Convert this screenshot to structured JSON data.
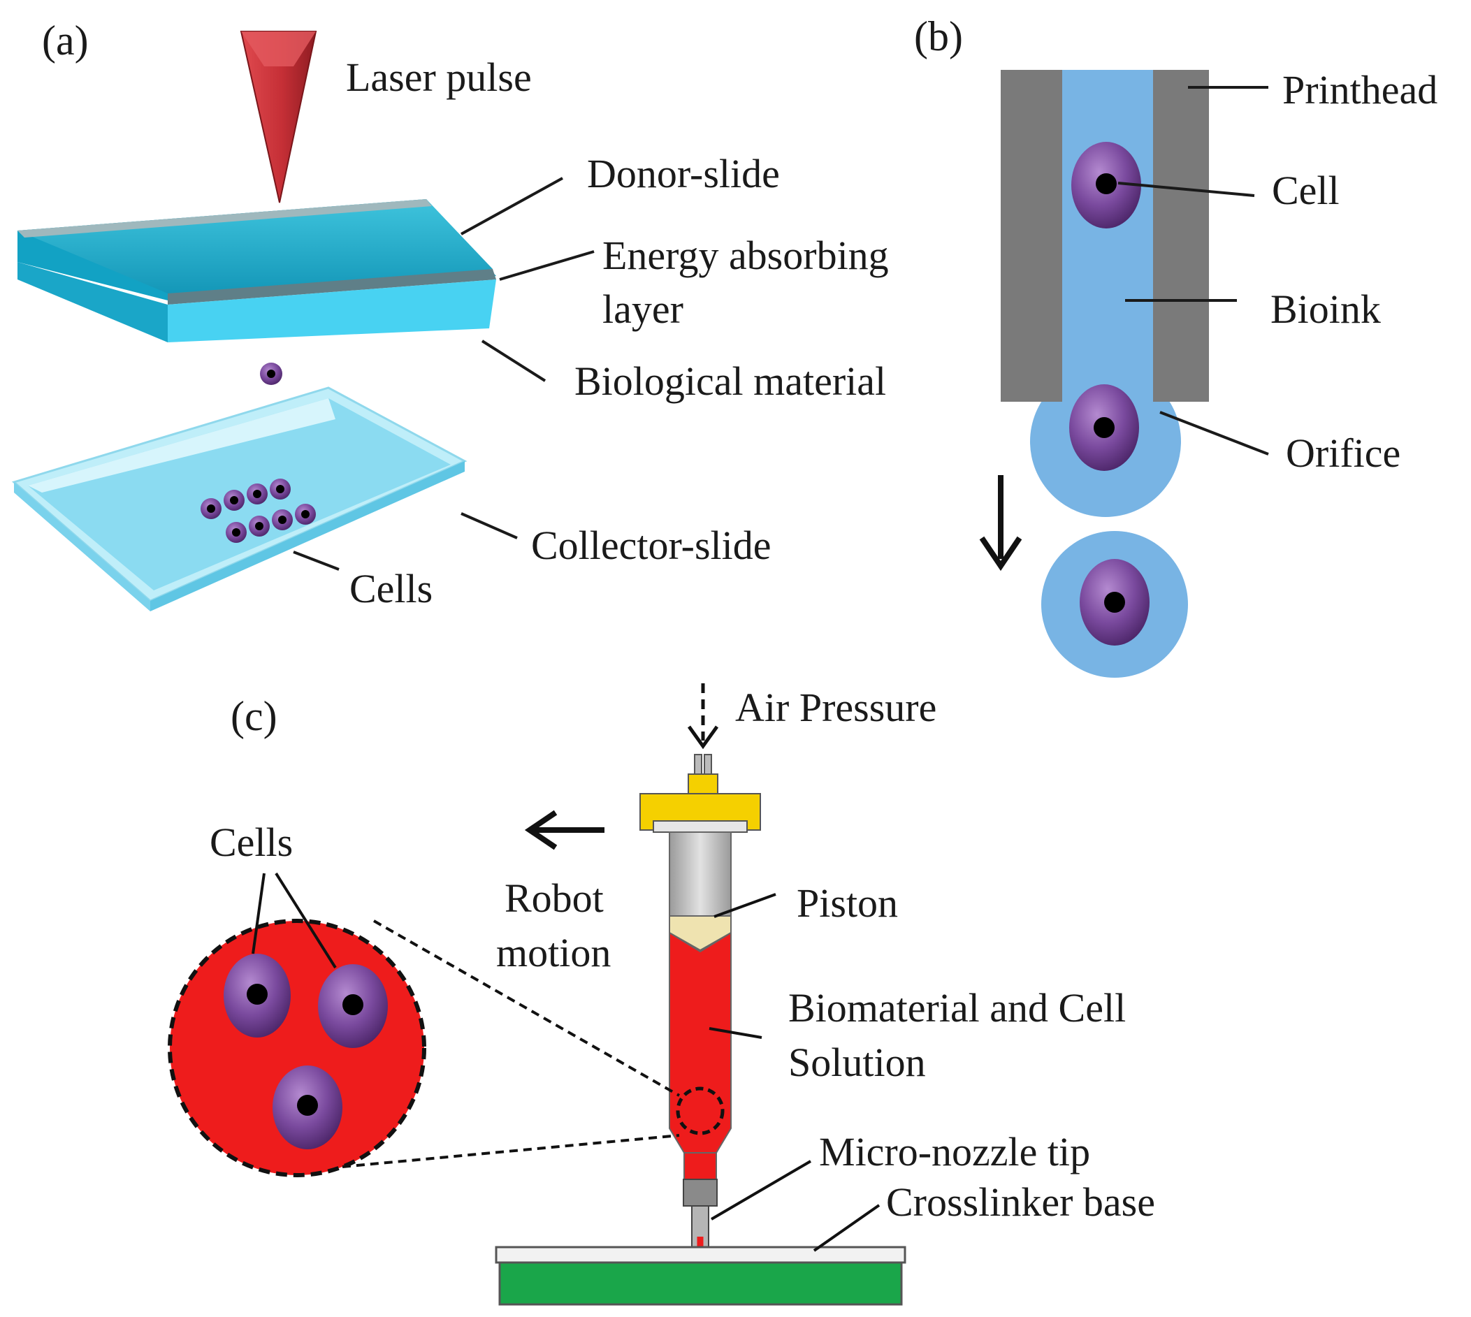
{
  "panels": {
    "a": {
      "tag": "(a)",
      "labels": {
        "laser_pulse": "Laser pulse",
        "donor_slide": "Donor-slide",
        "energy_absorbing_1": "Energy absorbing",
        "energy_absorbing_2": "layer",
        "biological_material": "Biological  material",
        "collector_slide": "Collector-slide",
        "cells": "Cells"
      }
    },
    "b": {
      "tag": "(b)",
      "labels": {
        "printhead": "Printhead",
        "cell": "Cell",
        "bioink": "Bioink",
        "orifice": "Orifice"
      }
    },
    "c": {
      "tag": "(c)",
      "labels": {
        "air_pressure": "Air Pressure",
        "cells": "Cells",
        "robot_1": "Robot",
        "robot_2": "motion",
        "piston": "Piston",
        "biomaterial_1": "Biomaterial  and Cell",
        "biomaterial_2": "Solution",
        "micro_nozzle": "Micro-nozzle tip",
        "crosslinker": "Crosslinker base"
      }
    }
  },
  "colors": {
    "laser": "#c8323a",
    "slide": "#1fa9c9",
    "collector": "#a8e6f5",
    "cell": "#6e3a8e",
    "bioink": "#78b4e4",
    "printhead": "#7a7a7a",
    "solution": "#ee1c1c",
    "base": "#1aa64a",
    "fitting": "#f5d000",
    "piston": "#efe3b0"
  }
}
